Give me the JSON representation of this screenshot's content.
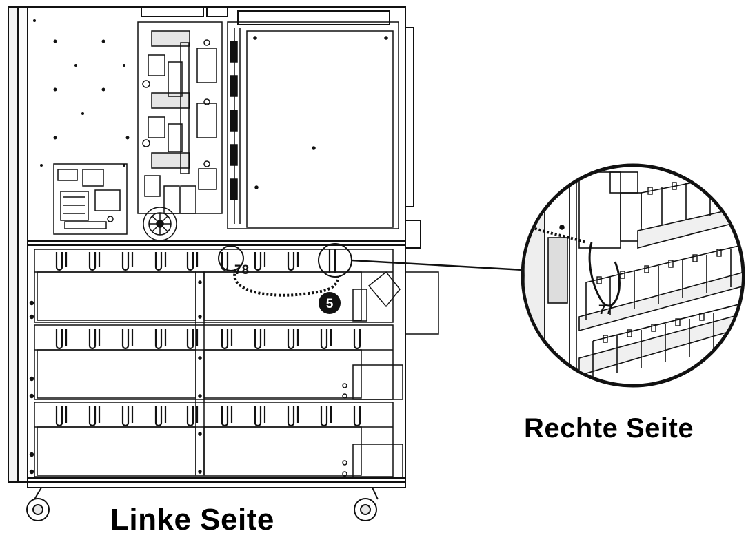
{
  "labels": {
    "left_side": "Linke Seite",
    "right_side": "Rechte Seite",
    "callout_78": "78",
    "callout_77": "77",
    "step_number": "5"
  },
  "colors": {
    "line": "#111111",
    "fill_panel": "#ffffff",
    "shade": "#e6e6e6",
    "badge": "#111111",
    "badge_text": "#ffffff"
  }
}
